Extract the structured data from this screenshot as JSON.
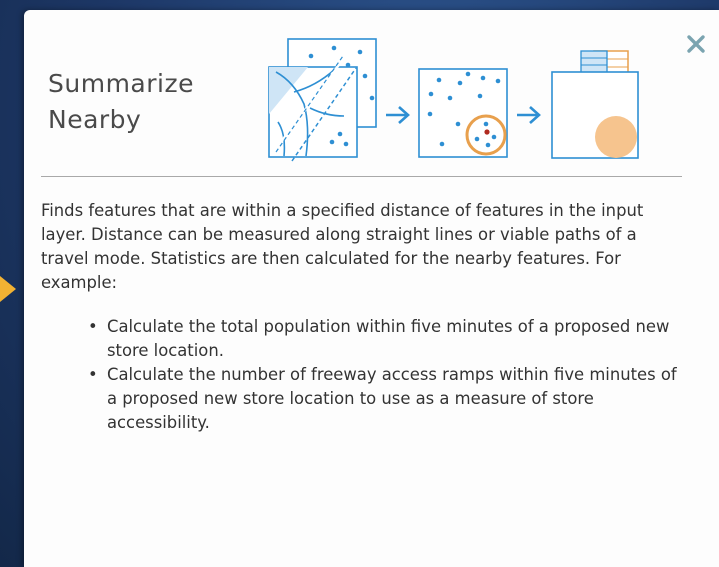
{
  "panel": {
    "title": "Summarize Nearby",
    "description": "Finds features that are within a specified distance of features in the input layer. Distance can be measured along straight lines or viable paths of a travel mode. Statistics are then calculated for the nearby features. For example:",
    "examples": [
      "Calculate the total population within five minutes of a proposed new store location.",
      "Calculate the number of freeway access ramps within five minutes of a proposed new store location to use as a measure of store accessibility."
    ],
    "close_icon": "close-icon",
    "illustration_icon": "summarize-nearby-workflow-icon"
  },
  "colors": {
    "accent_blue": "#2e8fd3",
    "accent_orange": "#e8a04d",
    "fill_orange": "#f6c48e",
    "arrow_yellow": "#f2b233",
    "close_teal": "#7ba4b0"
  }
}
